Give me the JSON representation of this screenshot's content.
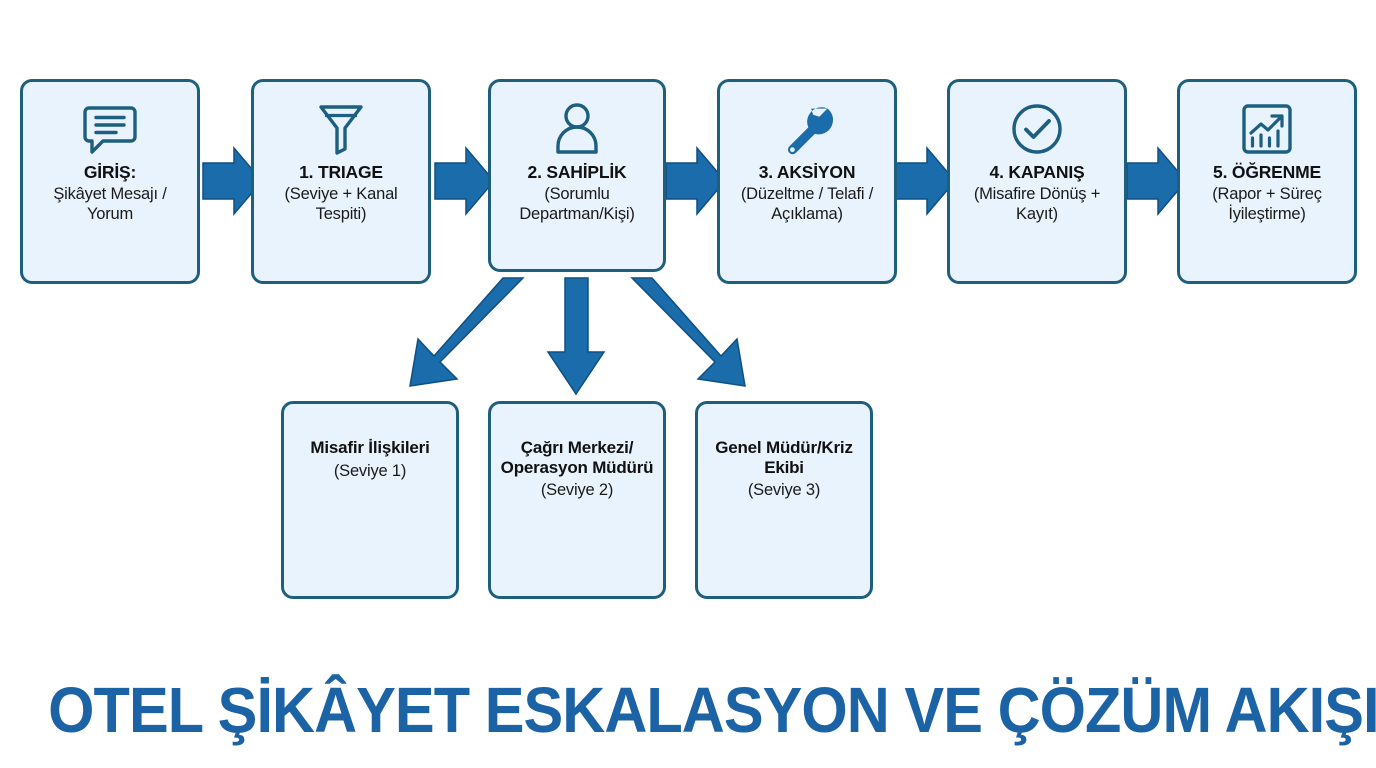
{
  "diagram": {
    "title": "OTEL ŞİKÂYET ESKALASYON VE ÇÖZÜM AKIŞI",
    "colors": {
      "box_fill": "#e9f3fd",
      "box_border": "#1f5f7e",
      "arrow": "#1b6cab",
      "arrow_stroke": "#0f4f83",
      "title": "#1b63a5",
      "icon": "#1c5f80",
      "text": "#111111",
      "background": "#ffffff"
    },
    "main_flow": [
      {
        "icon": "speech-bubble-icon",
        "title": "GİRİŞ:",
        "subtitle": "Şikâyet Mesajı / Yorum"
      },
      {
        "icon": "funnel-icon",
        "title": "1. TRIAGE",
        "subtitle": "(Seviye + Kanal Tespiti)"
      },
      {
        "icon": "person-icon",
        "title": "2. SAHİPLİK",
        "subtitle": "(Sorumlu Departman/Kişi)"
      },
      {
        "icon": "wrench-icon",
        "title": "3. AKSİYON",
        "subtitle": "(Düzeltme / Telafi / Açıklama)"
      },
      {
        "icon": "check-circle-icon",
        "title": "4. KAPANIŞ",
        "subtitle": "(Misafire Dönüş + Kayıt)"
      },
      {
        "icon": "chart-growth-icon",
        "title": "5. ÖĞRENME",
        "subtitle": "(Rapor + Süreç İyileştirme)"
      }
    ],
    "escalation_levels": [
      {
        "title": "Misafir İlişkileri",
        "subtitle": "(Seviye 1)"
      },
      {
        "title": "Çağrı Merkezi/ Operasyon Müdürü",
        "subtitle": "(Seviye 2)"
      },
      {
        "title": "Genel Müdür/Kriz Ekibi",
        "subtitle": "(Seviye 3)"
      }
    ]
  }
}
